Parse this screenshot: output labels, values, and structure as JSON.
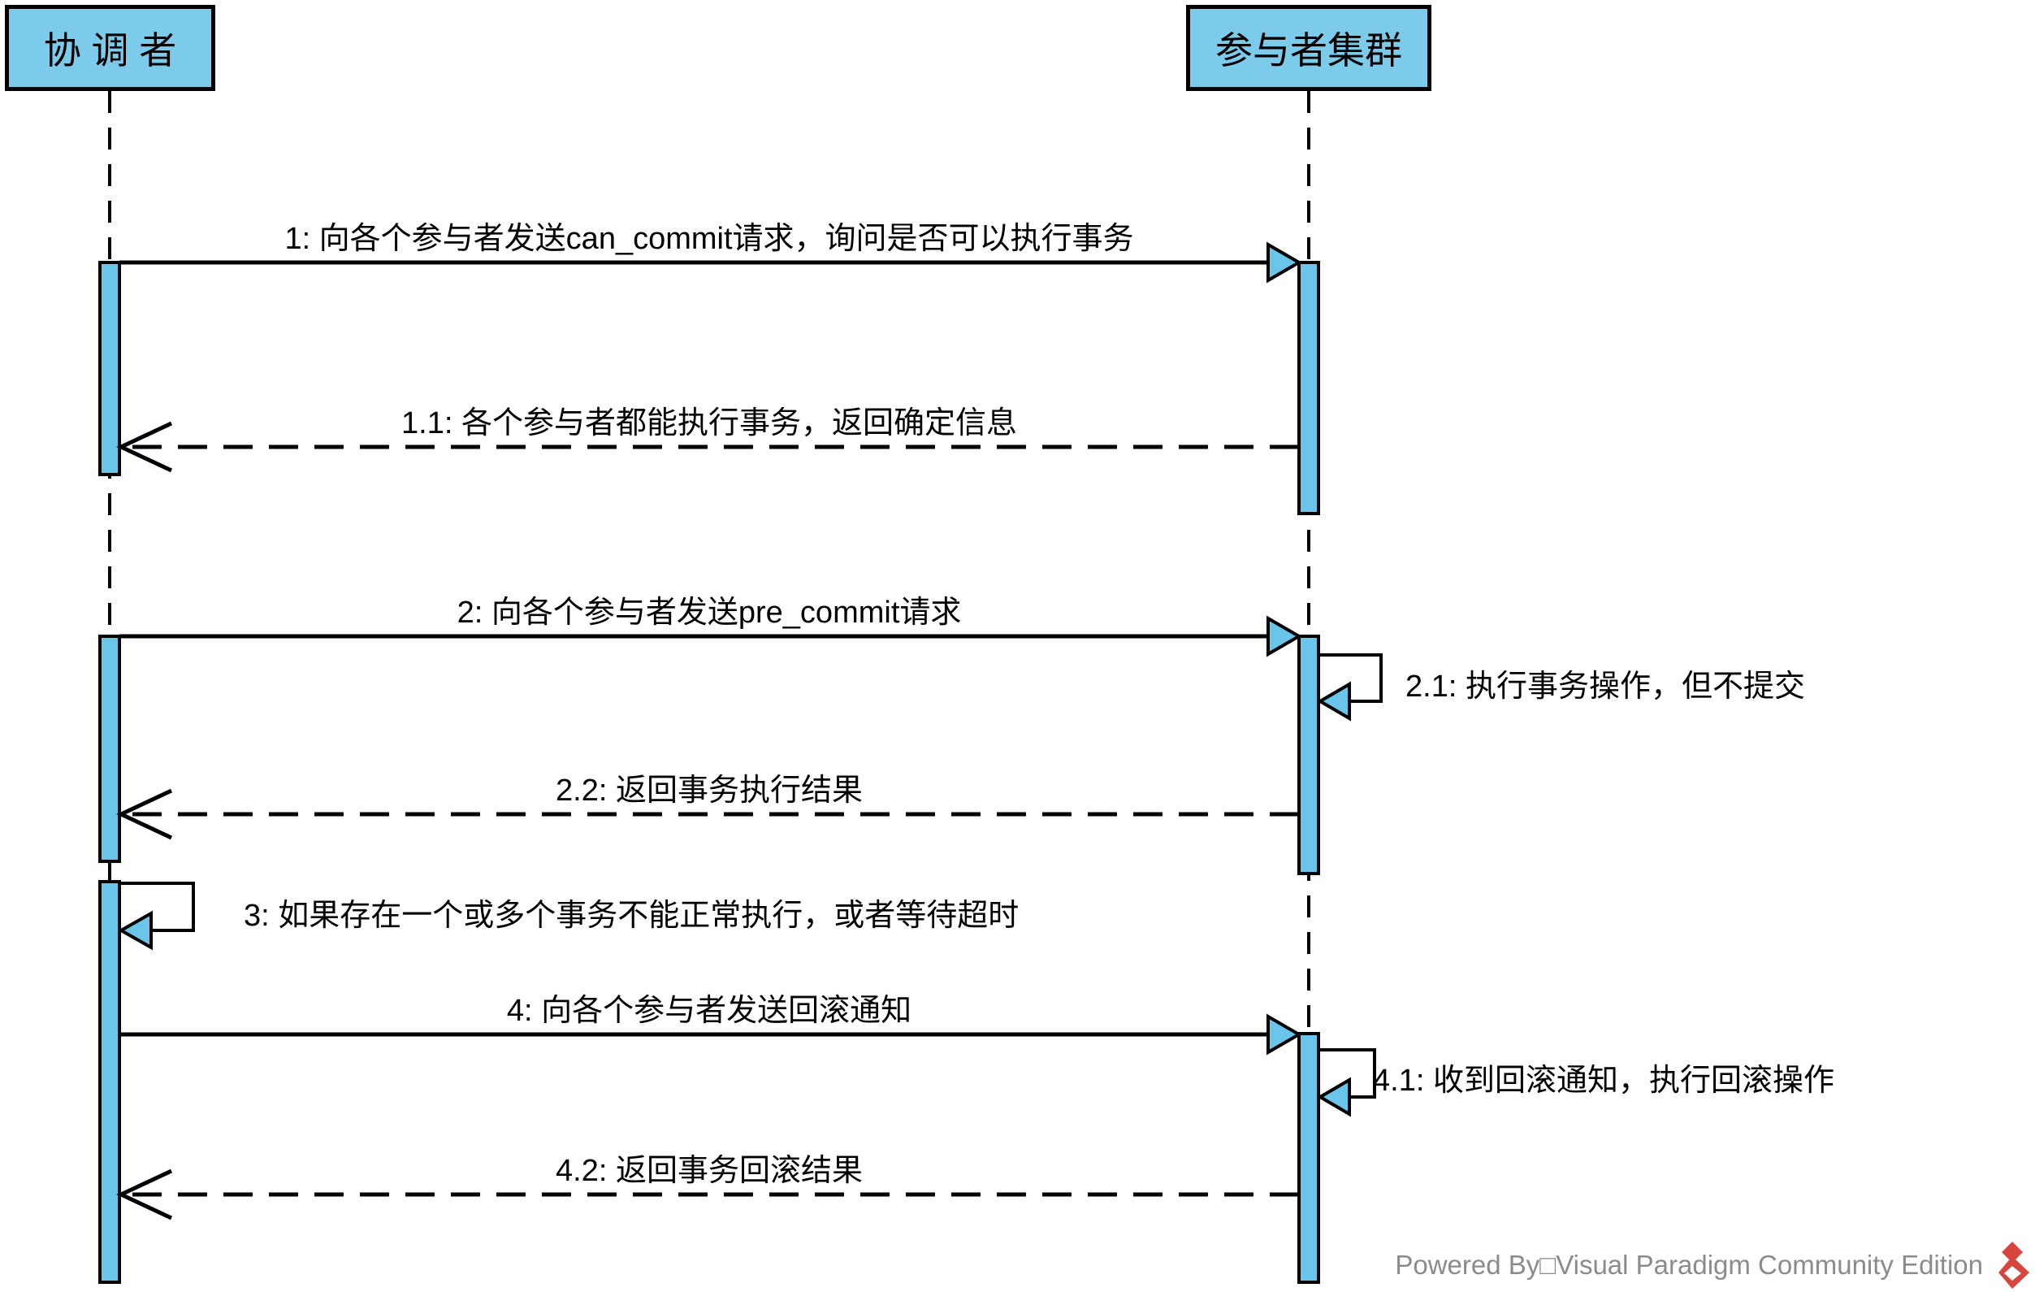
{
  "diagram": {
    "type": "uml-sequence",
    "lifelines": [
      {
        "id": "coordinator",
        "label": "协 调 者"
      },
      {
        "id": "participants",
        "label": "参与者集群"
      }
    ],
    "messages": [
      {
        "num": "1",
        "kind": "sync",
        "from": "coordinator",
        "to": "participants",
        "label": "1: 向各个参与者发送can_commit请求，询问是否可以执行事务"
      },
      {
        "num": "1.1",
        "kind": "return",
        "from": "participants",
        "to": "coordinator",
        "label": "1.1: 各个参与者都能执行事务，返回确定信息"
      },
      {
        "num": "2",
        "kind": "sync",
        "from": "coordinator",
        "to": "participants",
        "label": "2: 向各个参与者发送pre_commit请求"
      },
      {
        "num": "2.1",
        "kind": "self",
        "from": "participants",
        "to": "participants",
        "label": "2.1: 执行事务操作，但不提交"
      },
      {
        "num": "2.2",
        "kind": "return",
        "from": "participants",
        "to": "coordinator",
        "label": "2.2: 返回事务执行结果"
      },
      {
        "num": "3",
        "kind": "self",
        "from": "coordinator",
        "to": "coordinator",
        "label": "3: 如果存在一个或多个事务不能正常执行，或者等待超时"
      },
      {
        "num": "4",
        "kind": "sync",
        "from": "coordinator",
        "to": "participants",
        "label": "4: 向各个参与者发送回滚通知"
      },
      {
        "num": "4.1",
        "kind": "self",
        "from": "participants",
        "to": "participants",
        "label": "4.1: 收到回滚通知，执行回滚操作"
      },
      {
        "num": "4.2",
        "kind": "return",
        "from": "participants",
        "to": "coordinator",
        "label": "4.2: 返回事务回滚结果"
      }
    ],
    "watermark": "Powered By□Visual Paradigm Community Edition",
    "colors": {
      "lifeline_head_fill": "#7CCBEB",
      "activation_fill": "#69C6EA",
      "line": "#000000",
      "background": "#FFFFFF",
      "watermark_text": "#8B8B8B",
      "logo_red": "#D8453E"
    }
  }
}
